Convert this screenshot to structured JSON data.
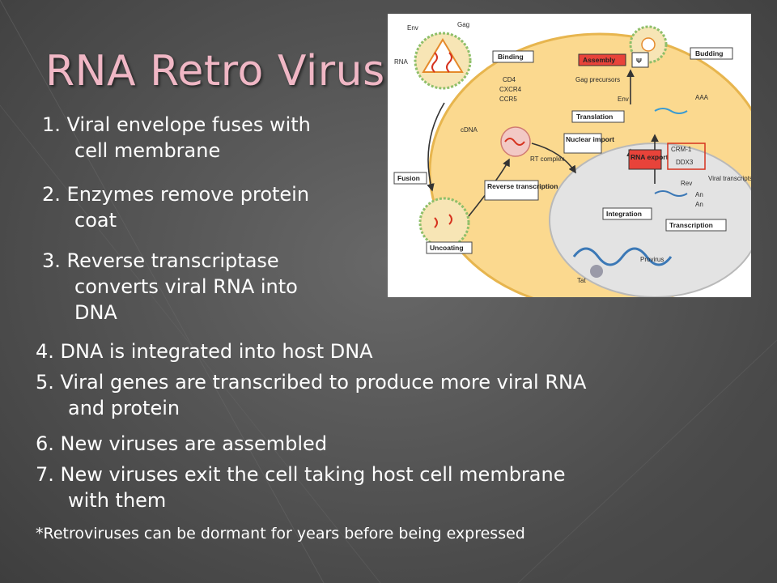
{
  "slide": {
    "title": "RNA Retro Virus",
    "steps": [
      {
        "line1": "1. Viral envelope fuses with",
        "line2": "cell membrane"
      },
      {
        "line1": "2. Enzymes remove protein",
        "line2": "coat"
      },
      {
        "line1": "3. Reverse transcriptase",
        "line2": "converts viral RNA into",
        "line3": "DNA"
      },
      {
        "line1": "4. DNA is integrated into host DNA"
      },
      {
        "line1": "5. Viral genes are transcribed to produce more viral RNA",
        "line2": "and protein"
      },
      {
        "line1": "6. New viruses are assembled"
      },
      {
        "line1": "7. New viruses exit the cell taking host cell membrane",
        "line2": "with them"
      }
    ],
    "note": "*Retroviruses can be dormant for years before being expressed"
  },
  "diagram": {
    "labels": {
      "env": "Env",
      "gag": "Gag",
      "rna": "RNA",
      "binding": "Binding",
      "assembly": "Assembly",
      "psi": "Ψ",
      "budding": "Budding",
      "cd4": "CD4",
      "cxcr4": "CXCR4",
      "ccr5": "CCR5",
      "gag_precursors": "Gag precursors",
      "env2": "Env",
      "aaa": "AAA",
      "translation": "Translation",
      "cdna": "cDNA",
      "rt_complex": "RT complex",
      "nuclear_import": "Nuclear import",
      "rna_export": "RNA export",
      "crm1": "CRM-1",
      "ddx3": "DDX3",
      "rev": "Rev",
      "viral_transcripts": "Viral transcripts",
      "an1": "An",
      "an2": "An",
      "fusion": "Fusion",
      "reverse_transcription": "Reverse transcription",
      "integration": "Integration",
      "transcription": "Transcription",
      "uncoating": "Uncoating",
      "provirus": "Provirus",
      "tat": "Tat"
    }
  },
  "colors": {
    "title": "#f0b7c5",
    "background": "#555555",
    "cell": "#fbd98f",
    "nucleus": "#e3e3e3",
    "assembly_box": "#e8433a",
    "rna_export_box": "#e8433a"
  }
}
